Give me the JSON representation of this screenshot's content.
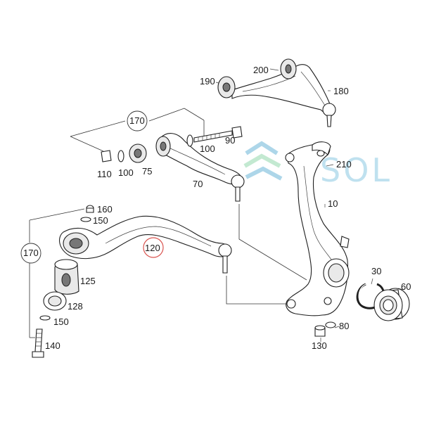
{
  "colors": {
    "watermark_text": "#bfe1ef",
    "watermark_blue": "#9fd0e6",
    "watermark_green": "#b9e6c9",
    "highlight_circle": "#d9534f"
  },
  "watermark": {
    "text": "SOL"
  },
  "callouts": {
    "p10": "10",
    "p30": "30",
    "p60": "60",
    "p70": "70",
    "p75": "75",
    "p80": "80",
    "p90": "90",
    "p100a": "100",
    "p100b": "100",
    "p110": "110",
    "p120": "120",
    "p125": "125",
    "p128": "128",
    "p130": "130",
    "p140": "140",
    "p150a": "150",
    "p150b": "150",
    "p160": "160",
    "p170a": "170",
    "p170b": "170",
    "p180": "180",
    "p190": "190",
    "p200": "200",
    "p210": "210"
  },
  "highlighted_part": "120"
}
